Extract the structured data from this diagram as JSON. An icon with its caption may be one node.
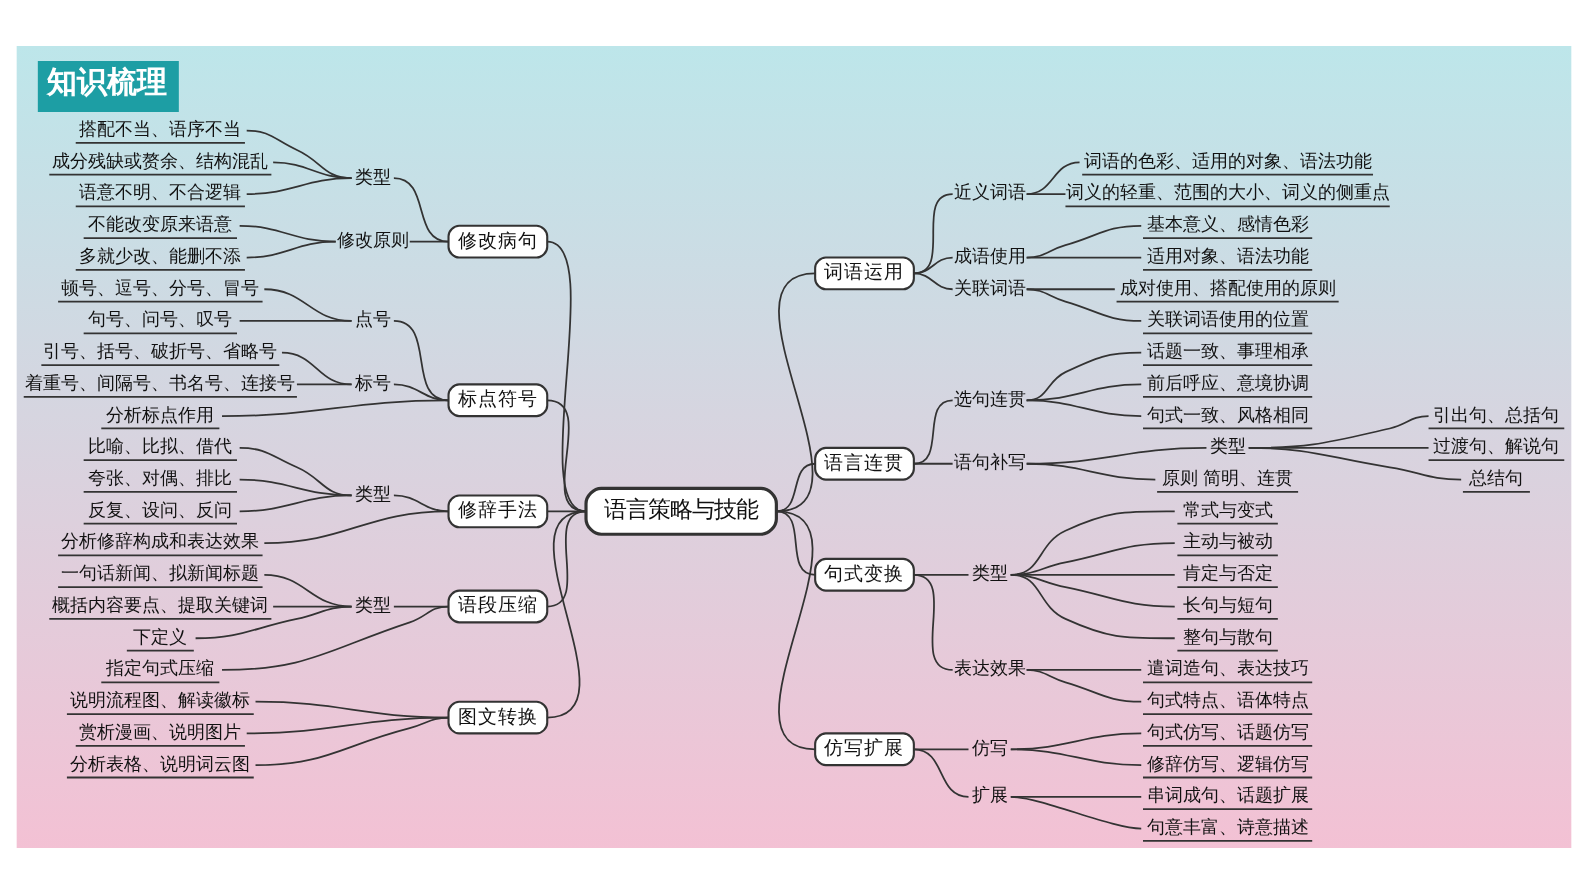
{
  "diagram": {
    "title": "知识梳理",
    "nodes": [
      {
        "text": [
          "语言策略与技能"
        ]
      },
      {
        "text": [
          "修改病句"
        ]
      },
      {
        "text": [
          "类型"
        ]
      },
      {
        "text": [
          "搭配不当、语序不当"
        ]
      },
      {
        "text": [
          "成分残缺或赘余、结构混乱"
        ]
      },
      {
        "text": [
          "语意不明、不合逻辑"
        ]
      },
      {
        "text": [
          "修改原则"
        ]
      },
      {
        "text": [
          "不能改变原来语意"
        ]
      },
      {
        "text": [
          "多就少改、能删不添"
        ]
      },
      {
        "text": [
          "标点符号"
        ]
      },
      {
        "text": [
          "点号"
        ]
      },
      {
        "text": [
          "顿号、逗号、分号、冒号"
        ]
      },
      {
        "text": [
          "句号、问号、叹号"
        ]
      },
      {
        "text": [
          "标号"
        ]
      },
      {
        "text": [
          "引号、括号、破折号、省略号"
        ]
      },
      {
        "text": [
          "着重号、间隔号、书名号、连接号"
        ]
      },
      {
        "text": [
          "分析标点作用"
        ]
      },
      {
        "text": [
          "修辞手法"
        ]
      },
      {
        "text": [
          "类型"
        ]
      },
      {
        "text": [
          "比喻、比拟、借代"
        ]
      },
      {
        "text": [
          "夸张、对偶、排比"
        ]
      },
      {
        "text": [
          "反复、设问、反问"
        ]
      },
      {
        "text": [
          "分析修辞构成和表达效果"
        ]
      },
      {
        "text": [
          "语段压缩"
        ]
      },
      {
        "text": [
          "类型"
        ]
      },
      {
        "text": [
          "一句话新闻、拟新闻标题"
        ]
      },
      {
        "text": [
          "概括内容要点、提取关键词"
        ]
      },
      {
        "text": [
          "下定义"
        ]
      },
      {
        "text": [
          "指定句式压缩"
        ]
      },
      {
        "text": [
          "图文转换"
        ]
      },
      {
        "text": [
          "说明流程图、解读徽标"
        ]
      },
      {
        "text": [
          "赏析漫画、说明图片"
        ]
      },
      {
        "text": [
          "分析表格、说明词云图"
        ]
      },
      {
        "text": [
          "词语运用"
        ]
      },
      {
        "text": [
          "近义词语"
        ]
      },
      {
        "text": [
          "词语的色彩、适用的对象、语法功能"
        ]
      },
      {
        "text": [
          "词义的轻重、范围的大小、词义的侧重点"
        ]
      },
      {
        "text": [
          "成语使用"
        ]
      },
      {
        "text": [
          "基本意义、感情色彩"
        ]
      },
      {
        "text": [
          "适用对象、语法功能"
        ]
      },
      {
        "text": [
          "关联词语"
        ]
      },
      {
        "text": [
          "成对使用、搭配使用的原则"
        ]
      },
      {
        "text": [
          "关联词语使用的位置"
        ]
      },
      {
        "text": [
          "语言连贯"
        ]
      },
      {
        "text": [
          "选句连贯"
        ]
      },
      {
        "text": [
          "话题一致、事理相承"
        ]
      },
      {
        "text": [
          "前后呼应、意境协调"
        ]
      },
      {
        "text": [
          "句式一致、风格相同"
        ]
      },
      {
        "text": [
          "语句补写"
        ]
      },
      {
        "text": [
          "类型"
        ]
      },
      {
        "text": [
          "引出句、总括句"
        ]
      },
      {
        "text": [
          "过渡句、解说句"
        ]
      },
      {
        "text": [
          "总结句"
        ]
      },
      {
        "text": [
          "原则 简明、连贯"
        ]
      },
      {
        "text": [
          "句式变换"
        ]
      },
      {
        "text": [
          "类型"
        ]
      },
      {
        "text": [
          "常式与变式"
        ]
      },
      {
        "text": [
          "主动与被动"
        ]
      },
      {
        "text": [
          "肯定与否定"
        ]
      },
      {
        "text": [
          "长句与短句"
        ]
      },
      {
        "text": [
          "整句与散句"
        ]
      },
      {
        "text": [
          "表达效果"
        ]
      },
      {
        "text": [
          "遣词造句、表达技巧"
        ]
      },
      {
        "text": [
          "句式特点、语体特点"
        ]
      },
      {
        "text": [
          "仿写扩展"
        ]
      },
      {
        "text": [
          "仿写"
        ]
      },
      {
        "text": [
          "句式仿写、话题仿写"
        ]
      },
      {
        "text": [
          "修辞仿写、逻辑仿写"
        ]
      },
      {
        "text": [
          "扩展"
        ]
      },
      {
        "text": [
          "串词成句、话题扩展"
        ]
      },
      {
        "text": [
          "句意丰富、诗意描述"
        ]
      }
    ],
    "edges": [
      {
        "from": 3,
        "to": 2,
        "arrow": "none"
      },
      {
        "from": 4,
        "to": 2,
        "arrow": "none"
      },
      {
        "from": 5,
        "to": 2,
        "arrow": "none"
      },
      {
        "from": 2,
        "to": 1,
        "arrow": "none"
      },
      {
        "from": 7,
        "to": 6,
        "arrow": "none"
      },
      {
        "from": 8,
        "to": 6,
        "arrow": "none"
      },
      {
        "from": 6,
        "to": 1,
        "arrow": "none"
      },
      {
        "from": 1,
        "to": 0,
        "arrow": "none"
      },
      {
        "from": 11,
        "to": 10,
        "arrow": "none"
      },
      {
        "from": 12,
        "to": 10,
        "arrow": "none"
      },
      {
        "from": 10,
        "to": 9,
        "arrow": "none"
      },
      {
        "from": 14,
        "to": 13,
        "arrow": "none"
      },
      {
        "from": 15,
        "to": 13,
        "arrow": "none"
      },
      {
        "from": 13,
        "to": 9,
        "arrow": "none"
      },
      {
        "from": 16,
        "to": 9,
        "arrow": "none"
      },
      {
        "from": 9,
        "to": 0,
        "arrow": "none"
      },
      {
        "from": 19,
        "to": 18,
        "arrow": "none"
      },
      {
        "from": 20,
        "to": 18,
        "arrow": "none"
      },
      {
        "from": 21,
        "to": 18,
        "arrow": "none"
      },
      {
        "from": 18,
        "to": 17,
        "arrow": "none"
      },
      {
        "from": 22,
        "to": 17,
        "arrow": "none"
      },
      {
        "from": 17,
        "to": 0,
        "arrow": "none"
      },
      {
        "from": 25,
        "to": 24,
        "arrow": "none"
      },
      {
        "from": 26,
        "to": 24,
        "arrow": "none"
      },
      {
        "from": 27,
        "to": 24,
        "arrow": "none"
      },
      {
        "from": 24,
        "to": 23,
        "arrow": "none"
      },
      {
        "from": 28,
        "to": 23,
        "arrow": "none"
      },
      {
        "from": 23,
        "to": 0,
        "arrow": "none"
      },
      {
        "from": 30,
        "to": 29,
        "arrow": "none"
      },
      {
        "from": 31,
        "to": 29,
        "arrow": "none"
      },
      {
        "from": 32,
        "to": 29,
        "arrow": "none"
      },
      {
        "from": 29,
        "to": 0,
        "arrow": "none"
      },
      {
        "from": 0,
        "to": 33,
        "arrow": "none"
      },
      {
        "from": 33,
        "to": 34,
        "arrow": "none"
      },
      {
        "from": 34,
        "to": 35,
        "arrow": "none"
      },
      {
        "from": 34,
        "to": 36,
        "arrow": "none"
      },
      {
        "from": 33,
        "to": 37,
        "arrow": "none"
      },
      {
        "from": 37,
        "to": 38,
        "arrow": "none"
      },
      {
        "from": 37,
        "to": 39,
        "arrow": "none"
      },
      {
        "from": 33,
        "to": 40,
        "arrow": "none"
      },
      {
        "from": 40,
        "to": 41,
        "arrow": "none"
      },
      {
        "from": 40,
        "to": 42,
        "arrow": "none"
      },
      {
        "from": 0,
        "to": 43,
        "arrow": "none"
      },
      {
        "from": 43,
        "to": 44,
        "arrow": "none"
      },
      {
        "from": 44,
        "to": 45,
        "arrow": "none"
      },
      {
        "from": 44,
        "to": 46,
        "arrow": "none"
      },
      {
        "from": 44,
        "to": 47,
        "arrow": "none"
      },
      {
        "from": 43,
        "to": 48,
        "arrow": "none"
      },
      {
        "from": 48,
        "to": 49,
        "arrow": "none"
      },
      {
        "from": 49,
        "to": 50,
        "arrow": "none"
      },
      {
        "from": 49,
        "to": 51,
        "arrow": "none"
      },
      {
        "from": 49,
        "to": 52,
        "arrow": "none"
      },
      {
        "from": 48,
        "to": 53,
        "arrow": "none"
      },
      {
        "from": 0,
        "to": 54,
        "arrow": "none"
      },
      {
        "from": 54,
        "to": 55,
        "arrow": "none"
      },
      {
        "from": 55,
        "to": 56,
        "arrow": "none"
      },
      {
        "from": 55,
        "to": 57,
        "arrow": "none"
      },
      {
        "from": 55,
        "to": 58,
        "arrow": "none"
      },
      {
        "from": 55,
        "to": 59,
        "arrow": "none"
      },
      {
        "from": 55,
        "to": 60,
        "arrow": "none"
      },
      {
        "from": 54,
        "to": 61,
        "arrow": "none"
      },
      {
        "from": 61,
        "to": 62,
        "arrow": "none"
      },
      {
        "from": 61,
        "to": 63,
        "arrow": "none"
      },
      {
        "from": 0,
        "to": 64,
        "arrow": "none"
      },
      {
        "from": 64,
        "to": 65,
        "arrow": "none"
      },
      {
        "from": 65,
        "to": 66,
        "arrow": "none"
      },
      {
        "from": 65,
        "to": 67,
        "arrow": "none"
      },
      {
        "from": 64,
        "to": 68,
        "arrow": "none"
      },
      {
        "from": 68,
        "to": 69,
        "arrow": "none"
      },
      {
        "from": 68,
        "to": 70,
        "arrow": "none"
      }
    ]
  }
}
